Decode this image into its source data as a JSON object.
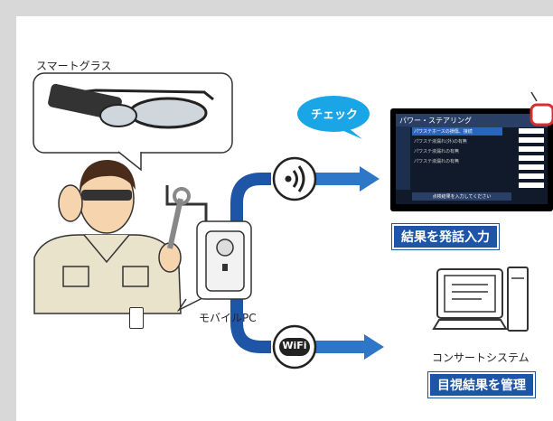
{
  "labels": {
    "smartglasses": "スマートグラス",
    "mobile_pc": "モバイルPC",
    "check_bubble": "チェック",
    "wifi_icon_text": "WiFi",
    "concert_system": "コンサートシステム"
  },
  "badges": {
    "result_voice_input": "結果を発話入力",
    "visual_result_manage": "目視結果を管理"
  },
  "screen": {
    "title": "パワー・ステアリング",
    "rows": [
      "パワステホースの損傷、接続",
      "パワステ液漏れ(外)の有無",
      "パワステ液漏れの有無",
      "パワステ液漏れの有無"
    ],
    "footer": "点検結果を入力してください"
  },
  "colors": {
    "accent_blue": "#1f55a6",
    "arrow_blue": "#2e77c8",
    "bubble_blue": "#1aa6e6",
    "background": "#d8d8d8"
  }
}
